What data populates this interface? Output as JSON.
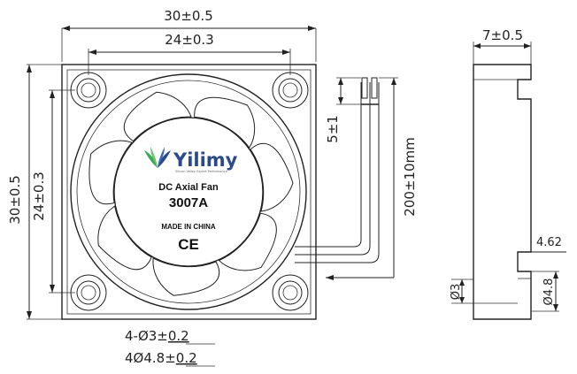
{
  "front_view": {
    "width_overall": "30±0.5",
    "width_holes": "24±0.3",
    "height_overall": "30±0.5",
    "height_holes": "24±0.3",
    "hole_spec_1_prefix": "4-Ø3±",
    "hole_spec_1_tol": "0.2",
    "hole_spec_2_prefix": "4Ø4.8±",
    "hole_spec_2_tol": "0.2"
  },
  "label": {
    "brand": "Yilimy",
    "tagline": "Silicon Valley Expert Performance",
    "product_type": "DC Axial Fan",
    "model": "3007A",
    "origin": "MADE IN CHINA",
    "ce_mark": "CE"
  },
  "cable": {
    "strip_length": "5±1",
    "cable_length": "200±10mm"
  },
  "side_view": {
    "thickness": "7±0.5",
    "offset": "4.62",
    "hole_small": "Ø3",
    "hole_large": "Ø4.8"
  },
  "colors": {
    "brand_blue": "#2a4a8c",
    "logo_green": "#3aaa5a",
    "logo_blue": "#2a4a8c"
  }
}
